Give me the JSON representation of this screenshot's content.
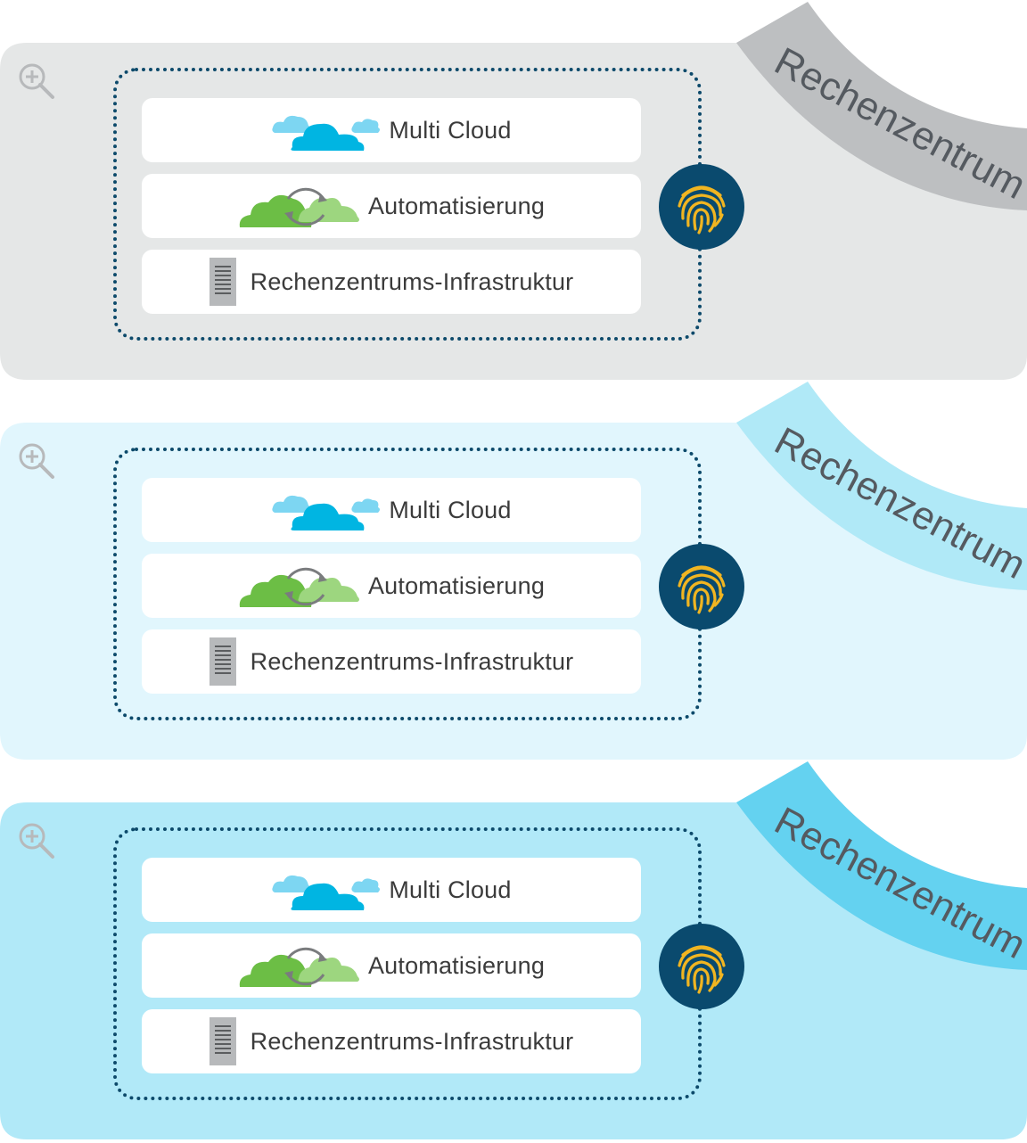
{
  "panels": [
    {
      "theme": "grey",
      "bg_color": "#e5e7e7",
      "tab_color": "#bdbfc1",
      "tab_label": "Rechenzentrum",
      "rows": [
        "Multi Cloud",
        "Automatisierung",
        "Rechenzentrums-Infrastruktur"
      ]
    },
    {
      "theme": "light-blue",
      "bg_color": "#e1f6fd",
      "tab_color": "#b0e9f7",
      "tab_label": "Rechenzentrum",
      "rows": [
        "Multi Cloud",
        "Automatisierung",
        "Rechenzentrums-Infrastruktur"
      ]
    },
    {
      "theme": "blue",
      "bg_color": "#b1e9f8",
      "tab_color": "#64d2f0",
      "tab_label": "Rechenzentrum",
      "rows": [
        "Multi Cloud",
        "Automatisierung",
        "Rechenzentrums-Infrastruktur"
      ]
    }
  ],
  "icons": {
    "zoom": "zoom-in-icon",
    "multi_cloud": "cloud-icon",
    "automation": "cloud-sync-icon",
    "infrastructure": "server-rack-icon",
    "security": "fingerprint-icon"
  },
  "colors": {
    "dotted_border": "#0d4a6b",
    "fingerprint_bg": "#0a4a6e",
    "fingerprint_lines": "#f1b521",
    "cloud_blue": "#00b5e2",
    "cloud_light_blue": "#7dd6f2",
    "cloud_green": "#6cbe45",
    "cloud_light_green": "#9dd67f",
    "server_grey": "#b7b9bb"
  }
}
